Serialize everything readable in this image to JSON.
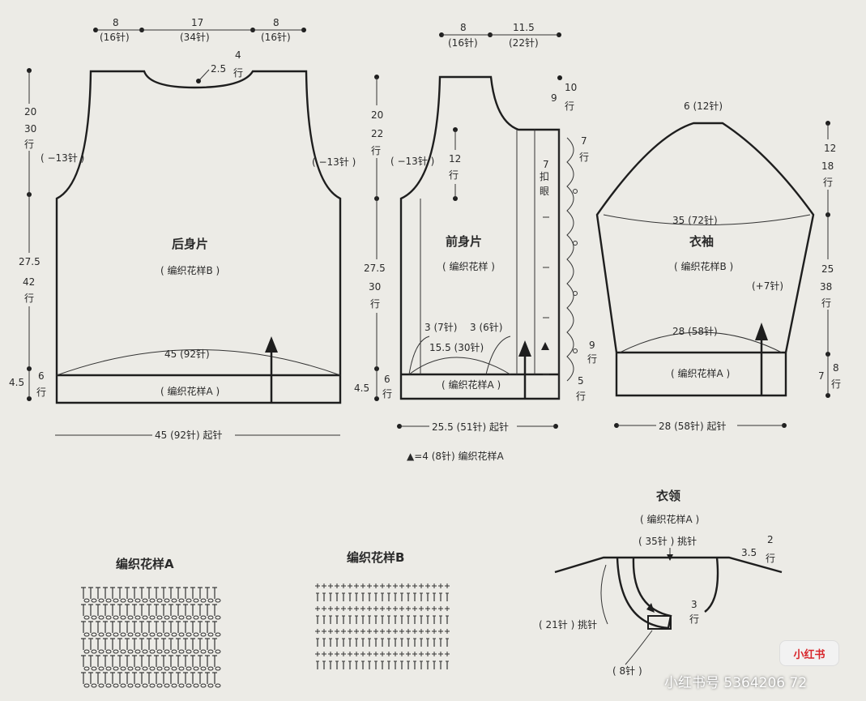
{
  "back": {
    "title": "后身片",
    "pattern": "( 编织花样B )",
    "top_shoulder_left": "8",
    "top_shoulder_left_st": "(16针)",
    "top_neck": "17",
    "top_neck_st": "(34针)",
    "top_shoulder_right": "8",
    "top_shoulder_right_st": "(16针)",
    "neck_depth": "2.5",
    "neck_rows": "4",
    "neck_rows_unit": "行",
    "armhole_cm": "20",
    "armhole_rows": "30",
    "armhole_unit": "行",
    "dec_left": "( −13针 )",
    "dec_right": "( −13针 )",
    "body_cm": "27.5",
    "body_rows": "42",
    "body_unit": "行",
    "hem_cm": "4.5",
    "hem_rows": "6",
    "hem_unit": "行",
    "width": "45 (92针)",
    "band": "( 编织花样A )",
    "cast_on": "45 (92针) 起针"
  },
  "front": {
    "title": "前身片",
    "pattern": "( 编织花样 )",
    "top_shoulder": "8",
    "top_shoulder_st": "(16针)",
    "top_neck": "11.5",
    "top_neck_st": "(22针)",
    "neck_cm": "9",
    "neck_rows": "10",
    "neck_unit": "行",
    "neck_rows2": "7",
    "neck_unit2": "行",
    "armhole_cm": "20",
    "armhole_rows": "22",
    "armhole_unit": "行",
    "dec": "( −13针 )",
    "inner_rows": "12",
    "inner_unit": "行",
    "buttonhole_count": "7",
    "buttonhole_l1": "扣",
    "buttonhole_l2": "眼",
    "body_cm": "27.5",
    "body_rows": "30",
    "body_unit": "行",
    "hem_cm": "4.5",
    "hem_rows": "6",
    "hem_unit": "行",
    "pocket_a": "3 (7针)",
    "pocket_b": "3 (6针)",
    "pocket_w": "15.5 (30针)",
    "pocket_rows": "9",
    "pocket_unit": "行",
    "low_rows": "5",
    "low_unit": "行",
    "band": "( 编织花样A )",
    "cast_on": "25.5 (51针) 起针",
    "note": "▲=4 (8针) 编织花样A"
  },
  "sleeve": {
    "title": "衣袖",
    "pattern": "( 编织花样B )",
    "top": "6 (12针)",
    "cap_cm": "12",
    "cap_rows": "18",
    "cap_unit": "行",
    "upper_width": "35 (72针)",
    "inc": "(+7针)",
    "body_cm": "25",
    "body_rows": "38",
    "body_unit": "行",
    "lower_width": "28 (58针)",
    "band": "( 编织花样A )",
    "cuff_cm": "7",
    "cuff_rows": "8",
    "cuff_unit": "行",
    "cast_on": "28 (58针) 起针"
  },
  "collar": {
    "title": "衣领",
    "pattern": "( 编织花样A )",
    "pick_top": "( 35针 ) 挑针",
    "depth_cm": "3.5",
    "depth_rows": "2",
    "depth_unit": "行",
    "side_rows": "3",
    "side_unit": "行",
    "pick_side": "( 21针 ) 挑针",
    "end_st": "( 8针 )"
  },
  "legend": {
    "pattern_a": "编织花样A",
    "pattern_b": "编织花样B"
  },
  "watermark": {
    "badge": "小红书",
    "text": "小红书号 5364206 72"
  }
}
